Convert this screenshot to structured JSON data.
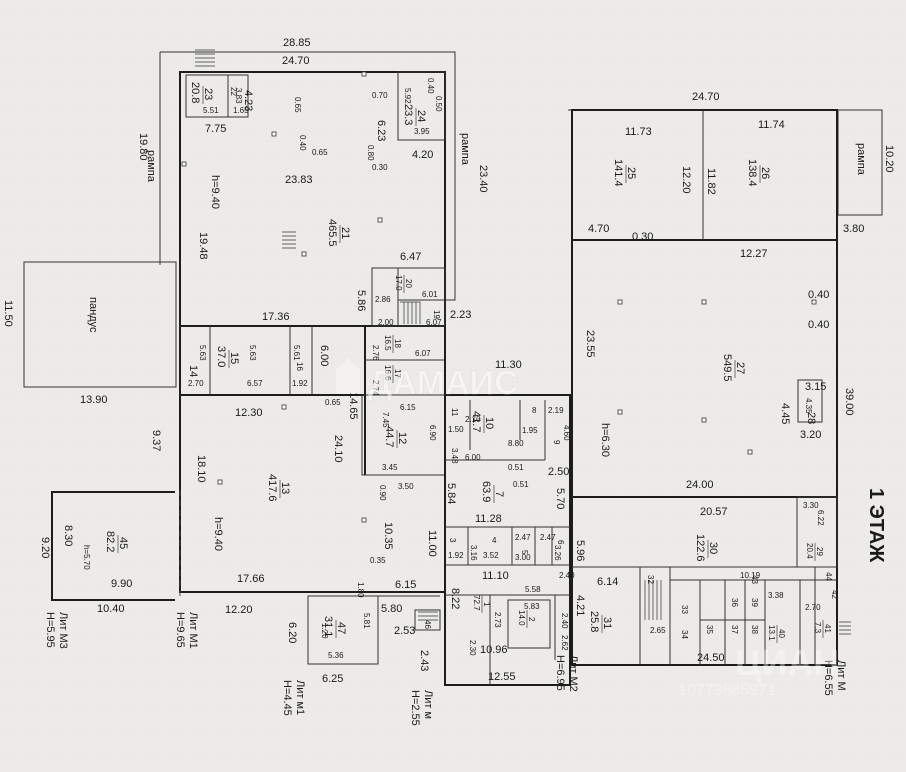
{
  "floor_title": "1 ЭТАЖ",
  "watermark": "ДАМАИС",
  "watermark2": "ЦИАН",
  "watermark3": "10773885971",
  "labels": {
    "rampa1": "рампа",
    "rampa2": "рампа",
    "rampa3": "рампа",
    "pandus": "пандус"
  },
  "dims": {
    "d2885": "28.85",
    "d2470a": "24.70",
    "d2470b": "24.70",
    "d1980": "19.80",
    "d2340": "23.40",
    "d1150": "11.50",
    "d1390": "13.90",
    "d1948": "19.48",
    "d2383": "23.83",
    "d775": "7.75",
    "d423": "4.23",
    "d623": "6.23",
    "d420": "4.20",
    "d647": "6.47",
    "d1736": "17.36",
    "d586": "5.86",
    "d223": "2.23",
    "d1130": "11.30",
    "d1230": "12.30",
    "d937": "9.37",
    "d1810": "18.10",
    "d2410": "24.10",
    "d1465": "14.65",
    "d1766": "17.66",
    "d1035": "10.35",
    "d615": "6.15",
    "d180": "1.80",
    "d1100": "11.00",
    "d1220": "12.20",
    "d620": "6.20",
    "d580": "5.80",
    "d253": "2.53",
    "d243": "2.43",
    "d625": "6.25",
    "d1255": "12.55",
    "d1096": "10.96",
    "d1040": "10.40",
    "d990": "9.90",
    "d920": "9.20",
    "d830": "8.30",
    "d1173": "11.73",
    "d1174": "11.74",
    "d1220b": "12.20",
    "d1182": "11.82",
    "d470": "4.70",
    "d030": "0.30",
    "d1227": "12.27",
    "d1020": "10.20",
    "d380": "3.80",
    "d2355": "23.55",
    "d3900": "39.00",
    "d2400": "24.00",
    "d2057": "20.57",
    "d596": "5.96",
    "d1128": "11.28",
    "d570": "5.70",
    "d584": "5.84",
    "d250": "2.50",
    "d2450": "24.50",
    "d1110": "11.10",
    "d558": "5.58",
    "d240": "2.40",
    "d822": "8.22",
    "d421": "4.21",
    "d614": "6.14",
    "d1019": "10.19",
    "d040": "0.40",
    "d040b": "0.40",
    "d315": "3.15",
    "d435": "4.35",
    "d445": "4.45",
    "d320": "3.20",
    "d330": "3.30",
    "d622": "6.22",
    "d265": "2.65",
    "d338": "3.38",
    "d270": "2.70",
    "d150": "1.50",
    "d210": "2.10",
    "d348": "3.48",
    "d600": "6.00",
    "d195": "1.95",
    "d219": "2.19",
    "d460": "4.60",
    "d690": "6.90",
    "d745": "7.45",
    "d345": "3.45",
    "d350": "3.50",
    "d090": "0.90",
    "d065": "0.65",
    "d070": "0.70",
    "d065b": "0.65",
    "d080": "0.80",
    "d030b": "0.30",
    "d040c": "0.40",
    "d065c": "0.65",
    "d035": "0.35",
    "d563": "5.63",
    "d563b": "5.63",
    "d561": "5.61",
    "d600b": "6.00",
    "d270b": "2.70",
    "d657": "6.57",
    "d192": "1.92",
    "d276": "2.76",
    "d274": "2.74",
    "d607": "6.07",
    "d615b": "6.15",
    "d286": "2.86",
    "d200": "2.00",
    "d601": "6.01",
    "d607b": "6.07",
    "d395": "3.95",
    "d592": "5.92",
    "d040d": "0.40",
    "d050": "0.50",
    "d383": "3.83",
    "d551": "5.51",
    "d165": "1.65",
    "d192b": "1.92",
    "d316": "3.16",
    "d352": "3.52",
    "d247": "2.47",
    "d247b": "2.47",
    "d300": "3.00",
    "d326": "3.26",
    "d581": "5.81",
    "d536": "5.36",
    "d120": "1.20",
    "d583": "5.83",
    "d273": "2.73",
    "d230": "2.30",
    "d262": "2.62",
    "d240b": "2.40",
    "d051": "0.51",
    "d051b": "0.51"
  },
  "heights": {
    "h940a": "h=9.40",
    "h940b": "h=9.40",
    "h630": "h=6.30",
    "h570": "h=5.70"
  },
  "rooms": [
    {
      "n": "21",
      "a": "465.5"
    },
    {
      "n": "13",
      "a": "417.6"
    },
    {
      "n": "27",
      "a": "549.5"
    },
    {
      "n": "25",
      "a": "141.4"
    },
    {
      "n": "26",
      "a": "138.4"
    },
    {
      "n": "30",
      "a": "122.6"
    },
    {
      "n": "45",
      "a": "82.2"
    },
    {
      "n": "7",
      "a": "63.9"
    },
    {
      "n": "12",
      "a": "44.7"
    },
    {
      "n": "10",
      "a": "41.7"
    },
    {
      "n": "15",
      "a": "37.0"
    },
    {
      "n": "47",
      "a": "31.1"
    },
    {
      "n": "31",
      "a": "25.8"
    },
    {
      "n": "24",
      "a": "23.3"
    },
    {
      "n": "23",
      "a": "20.8"
    },
    {
      "n": "29",
      "a": "20.4"
    },
    {
      "n": "20",
      "a": "17.0"
    },
    {
      "n": "17",
      "a": "16.6"
    },
    {
      "n": "18",
      "a": "16.5"
    },
    {
      "n": "2",
      "a": "14.0"
    },
    {
      "n": "40",
      "a": "13.1"
    },
    {
      "n": "1",
      "a": "72.7"
    },
    {
      "n": "8",
      "a": "8.80"
    },
    {
      "n": "41",
      "a": "7.3"
    },
    {
      "n": "28",
      "a": ""
    },
    {
      "n": "14",
      "a": ""
    },
    {
      "n": "16",
      "a": ""
    },
    {
      "n": "19",
      "a": ""
    },
    {
      "n": "22",
      "a": ""
    },
    {
      "n": "11",
      "a": ""
    },
    {
      "n": "9",
      "a": ""
    },
    {
      "n": "3",
      "a": ""
    },
    {
      "n": "4",
      "a": ""
    },
    {
      "n": "5",
      "a": ""
    },
    {
      "n": "6",
      "a": ""
    },
    {
      "n": "46",
      "a": ""
    },
    {
      "n": "32",
      "a": ""
    },
    {
      "n": "33",
      "a": ""
    },
    {
      "n": "34",
      "a": ""
    },
    {
      "n": "35",
      "a": ""
    },
    {
      "n": "36",
      "a": ""
    },
    {
      "n": "37",
      "a": ""
    },
    {
      "n": "38",
      "a": ""
    },
    {
      "n": "39",
      "a": ""
    },
    {
      "n": "42",
      "a": ""
    },
    {
      "n": "43",
      "a": ""
    },
    {
      "n": "44",
      "a": ""
    }
  ],
  "entrances": [
    {
      "name": "Лит М3",
      "h": "H=5.95"
    },
    {
      "name": "Лит М1",
      "h": "H=9.65"
    },
    {
      "name": "Лит м1",
      "h": "H=4.45"
    },
    {
      "name": "Лит м",
      "h": "H=2.55"
    },
    {
      "name": "Лит М2",
      "h": "H=6.95"
    },
    {
      "name": "Лит М",
      "h": "H=6.55"
    }
  ]
}
